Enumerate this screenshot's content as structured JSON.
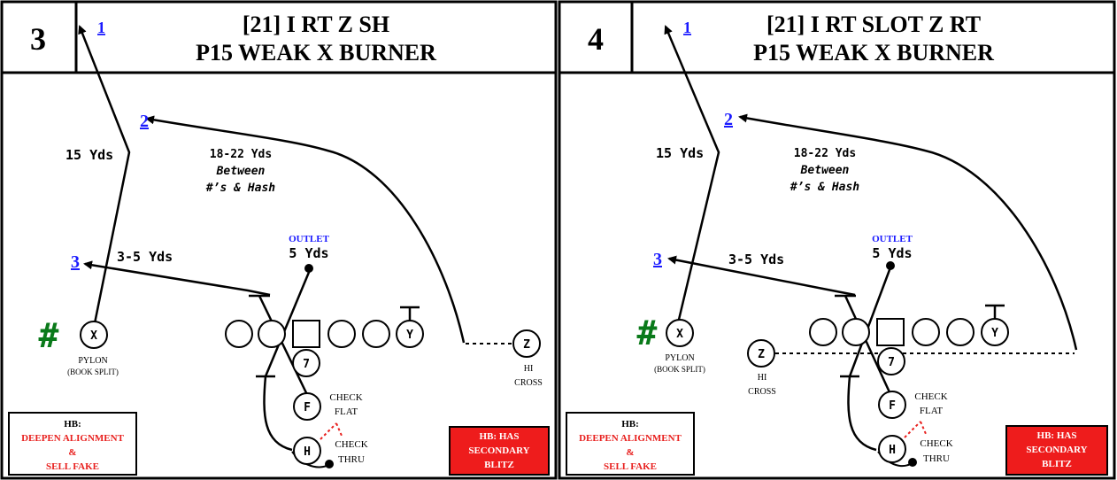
{
  "panels": [
    {
      "number": "3",
      "title_line1": "[21] I RT Z SH",
      "title_line2": "P15 WEAK X BURNER",
      "route_labels": {
        "r1": "1",
        "r2": "2",
        "r3": "3"
      },
      "yard_labels": {
        "deep": "15 Yds",
        "mid_line1": "18-22 Yds",
        "mid_line2": "Between",
        "mid_line3": "#’s & Hash",
        "short": "3-5 Yds",
        "outlet_title": "OUTLET",
        "outlet_yds": "5 Yds"
      },
      "players": {
        "x": "X",
        "y": "Y",
        "z": "Z",
        "qb": "7",
        "f": "F",
        "h": "H"
      },
      "alignment": {
        "symbol": "#",
        "line1": "PYLON",
        "line2": "(BOOK SPLIT)"
      },
      "z_note": {
        "line1": "HI",
        "line2": "CROSS"
      },
      "check_flat": {
        "line1": "CHECK",
        "line2": "FLAT"
      },
      "check_thru": {
        "line1": "CHECK",
        "line2": "THRU"
      },
      "note_box": {
        "line1": "HB:",
        "line2": "DEEPEN ALIGNMENT",
        "line3": "&",
        "line4": "SELL FAKE"
      },
      "blitz_box": {
        "line1": "HB: HAS",
        "line2": "SECONDARY",
        "line3": "BLITZ"
      }
    },
    {
      "number": "4",
      "title_line1": "[21] I RT SLOT Z RT",
      "title_line2": "P15 WEAK X BURNER",
      "route_labels": {
        "r1": "1",
        "r2": "2",
        "r3": "3"
      },
      "yard_labels": {
        "deep": "15 Yds",
        "mid_line1": "18-22 Yds",
        "mid_line2": "Between",
        "mid_line3": "#’s & Hash",
        "short": "3-5 Yds",
        "outlet_title": "OUTLET",
        "outlet_yds": "5 Yds"
      },
      "players": {
        "x": "X",
        "y": "Y",
        "z": "Z",
        "qb": "7",
        "f": "F",
        "h": "H"
      },
      "alignment": {
        "symbol": "#",
        "line1": "PYLON",
        "line2": "(BOOK SPLIT)"
      },
      "z_note": {
        "line1": "HI",
        "line2": "CROSS"
      },
      "check_flat": {
        "line1": "CHECK",
        "line2": "FLAT"
      },
      "check_thru": {
        "line1": "CHECK",
        "line2": "THRU"
      },
      "note_box": {
        "line1": "HB:",
        "line2": "DEEPEN ALIGNMENT",
        "line3": "&",
        "line4": "SELL FAKE"
      },
      "blitz_box": {
        "line1": "HB: HAS",
        "line2": "SECONDARY",
        "line3": "BLITZ"
      }
    }
  ],
  "colors": {
    "link": "#1a1aff",
    "green": "#0a7a1a",
    "red": "#e8201e",
    "redbox": "#ee1c1c",
    "ink": "#000000"
  }
}
